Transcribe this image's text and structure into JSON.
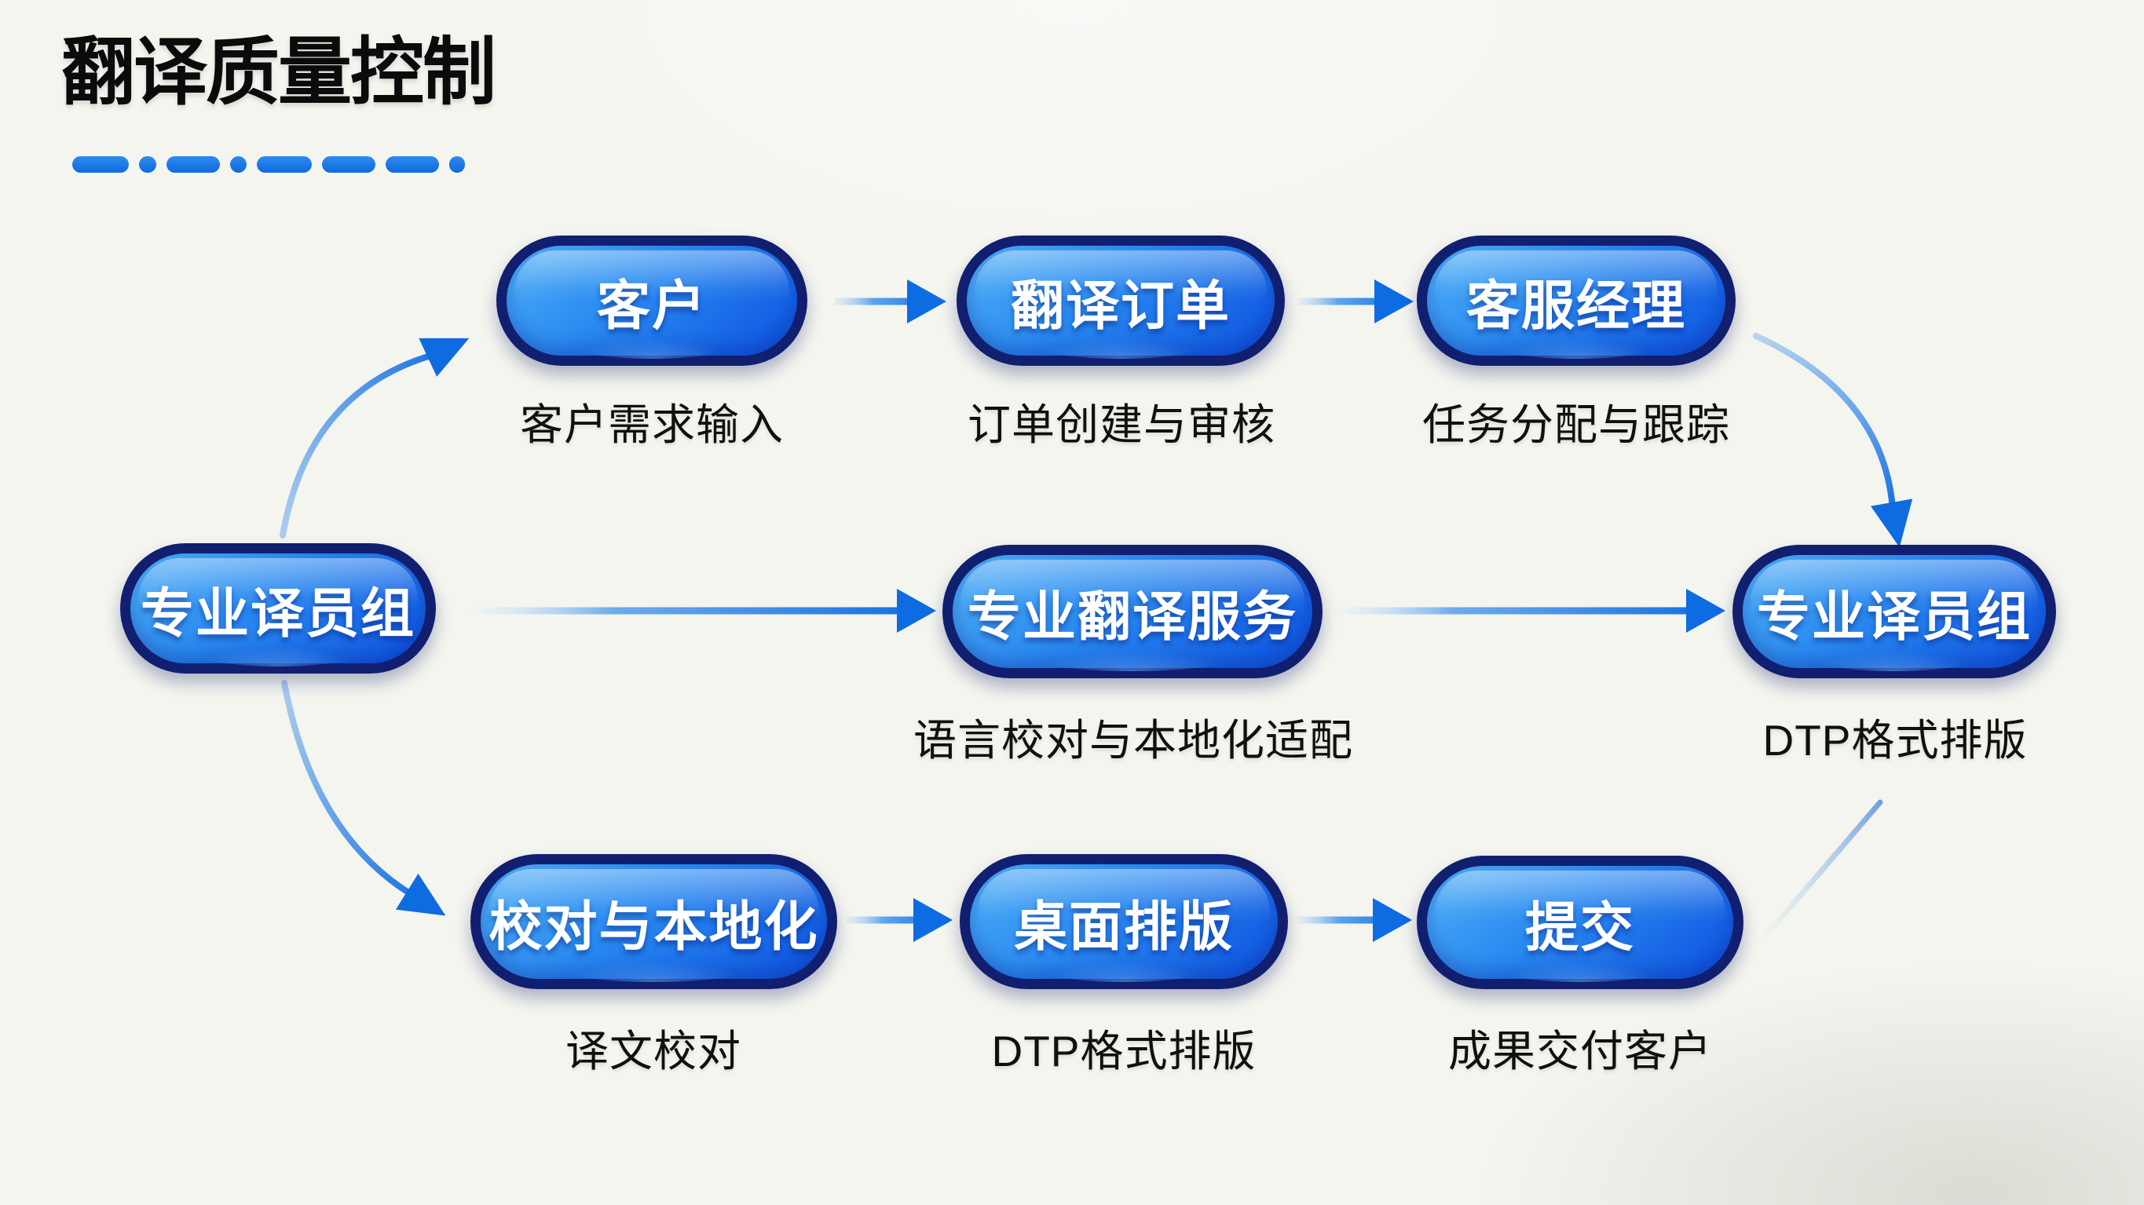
{
  "header": {
    "title": "翻译质量控制"
  },
  "colors": {
    "background": "#f4f5ef",
    "accent_blue": "#1377e8",
    "node_border": "#111f70",
    "node_fill_light": "#4fb0f6",
    "node_fill_dark": "#0d52e0",
    "node_text": "#ffffff",
    "label_text": "#101010",
    "title_text": "#0b0b0c"
  },
  "flow": {
    "nodes": [
      {
        "id": "customer",
        "label": "客户",
        "sublabel": "客户需求输入"
      },
      {
        "id": "order",
        "label": "翻译订单",
        "sublabel": "订单创建与审核"
      },
      {
        "id": "manager",
        "label": "客服经理",
        "sublabel": "任务分配与跟踪"
      },
      {
        "id": "team-left",
        "label": "专业译员组",
        "sublabel": ""
      },
      {
        "id": "service",
        "label": "专业翻译服务",
        "sublabel": "语言校对与本地化适配"
      },
      {
        "id": "team-right",
        "label": "专业译员组",
        "sublabel": "DTP格式排版"
      },
      {
        "id": "proofreading",
        "label": "校对与本地化",
        "sublabel": "译文校对"
      },
      {
        "id": "dtp",
        "label": "桌面排版",
        "sublabel": "DTP格式排版"
      },
      {
        "id": "submit",
        "label": "提交",
        "sublabel": "成果交付客户"
      }
    ],
    "edges": [
      {
        "from": "team-left",
        "to": "customer",
        "style": "curved"
      },
      {
        "from": "customer",
        "to": "order",
        "style": "straight"
      },
      {
        "from": "order",
        "to": "manager",
        "style": "straight"
      },
      {
        "from": "manager",
        "to": "team-right",
        "style": "curved"
      },
      {
        "from": "team-left",
        "to": "service",
        "style": "straight"
      },
      {
        "from": "service",
        "to": "team-right",
        "style": "straight"
      },
      {
        "from": "team-left",
        "to": "proofreading",
        "style": "curved"
      },
      {
        "from": "proofreading",
        "to": "dtp",
        "style": "straight"
      },
      {
        "from": "dtp",
        "to": "submit",
        "style": "straight"
      },
      {
        "from": "team-right",
        "to": "submit",
        "style": "curved-fading"
      }
    ]
  }
}
